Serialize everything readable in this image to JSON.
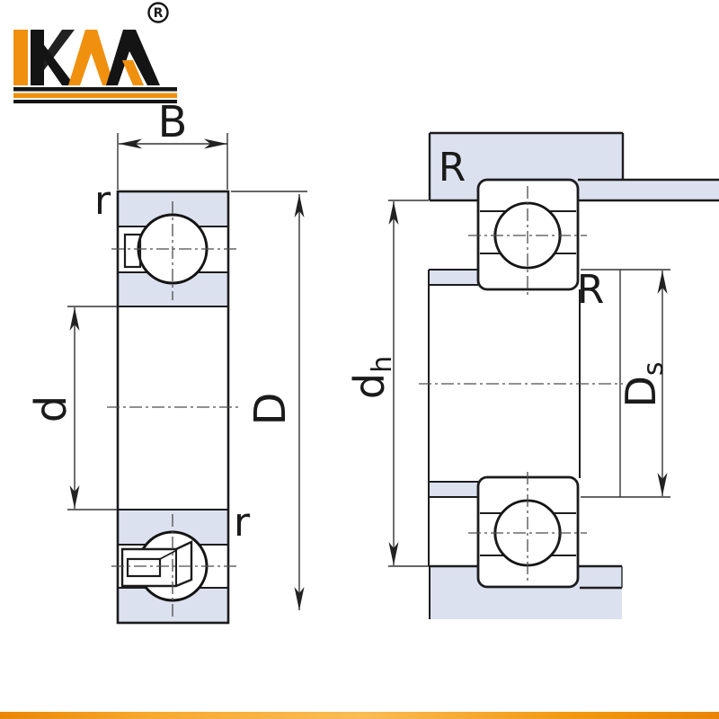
{
  "logo": {
    "registered": "R",
    "brand": "KM monogram"
  },
  "figures": {
    "left": {
      "label_width": "B",
      "label_bore": "d",
      "label_outer": "D",
      "label_fillet_top": "r",
      "label_fillet_bottom": "r"
    },
    "right": {
      "label_housing_fillet": "R",
      "label_shaft_fillet": "R",
      "shoulder_h_main": "d",
      "shoulder_h_sub": "h",
      "shoulder_s_main": "D",
      "shoulder_s_sub": "s"
    }
  },
  "colors": {
    "section_fill": "#dce1ef",
    "outline": "#1c1c1e",
    "dimension_line": "#333333",
    "centerline": "#4d4d4d",
    "logo_orange": "#F0900F",
    "logo_black": "#141414",
    "bottom_bar_orange": "#F7A82C"
  }
}
